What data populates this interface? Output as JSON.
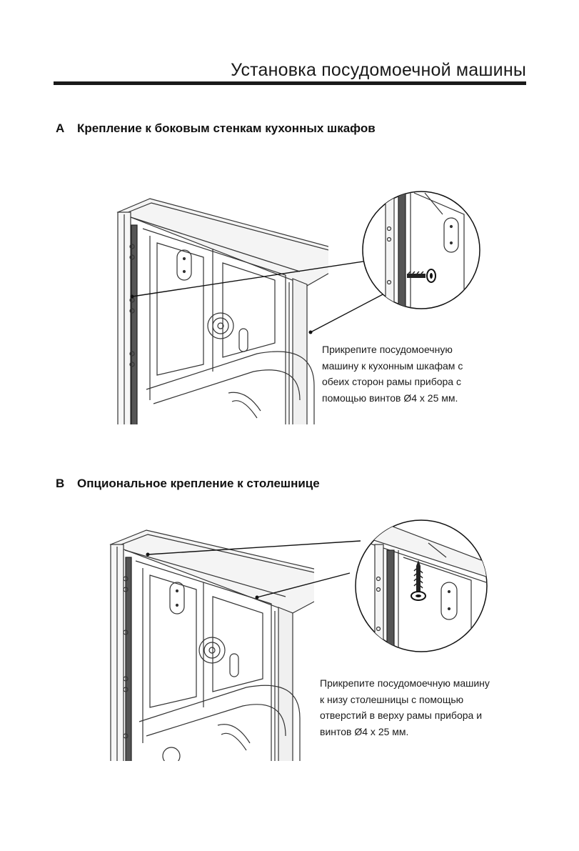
{
  "header": {
    "title": "Установка посудомоечной машины"
  },
  "section_a": {
    "letter": "A",
    "title": "Крепление к боковым стенкам кухонных шкафов",
    "caption_lines": [
      "Прикрепите посудомоечную",
      "машину к кухонным шкафам с",
      "обеих сторон рамы прибора с",
      "помощью винтов Ø4 x 25 мм."
    ]
  },
  "section_b": {
    "letter": "B",
    "title": "Опциональное крепление к столешнице",
    "caption_lines": [
      "Прикрепите посудомоечную машину",
      "к низу столешницы с помощью",
      "отверстий в верху рамы прибора и",
      "винтов Ø4 x 25 мм."
    ]
  }
}
